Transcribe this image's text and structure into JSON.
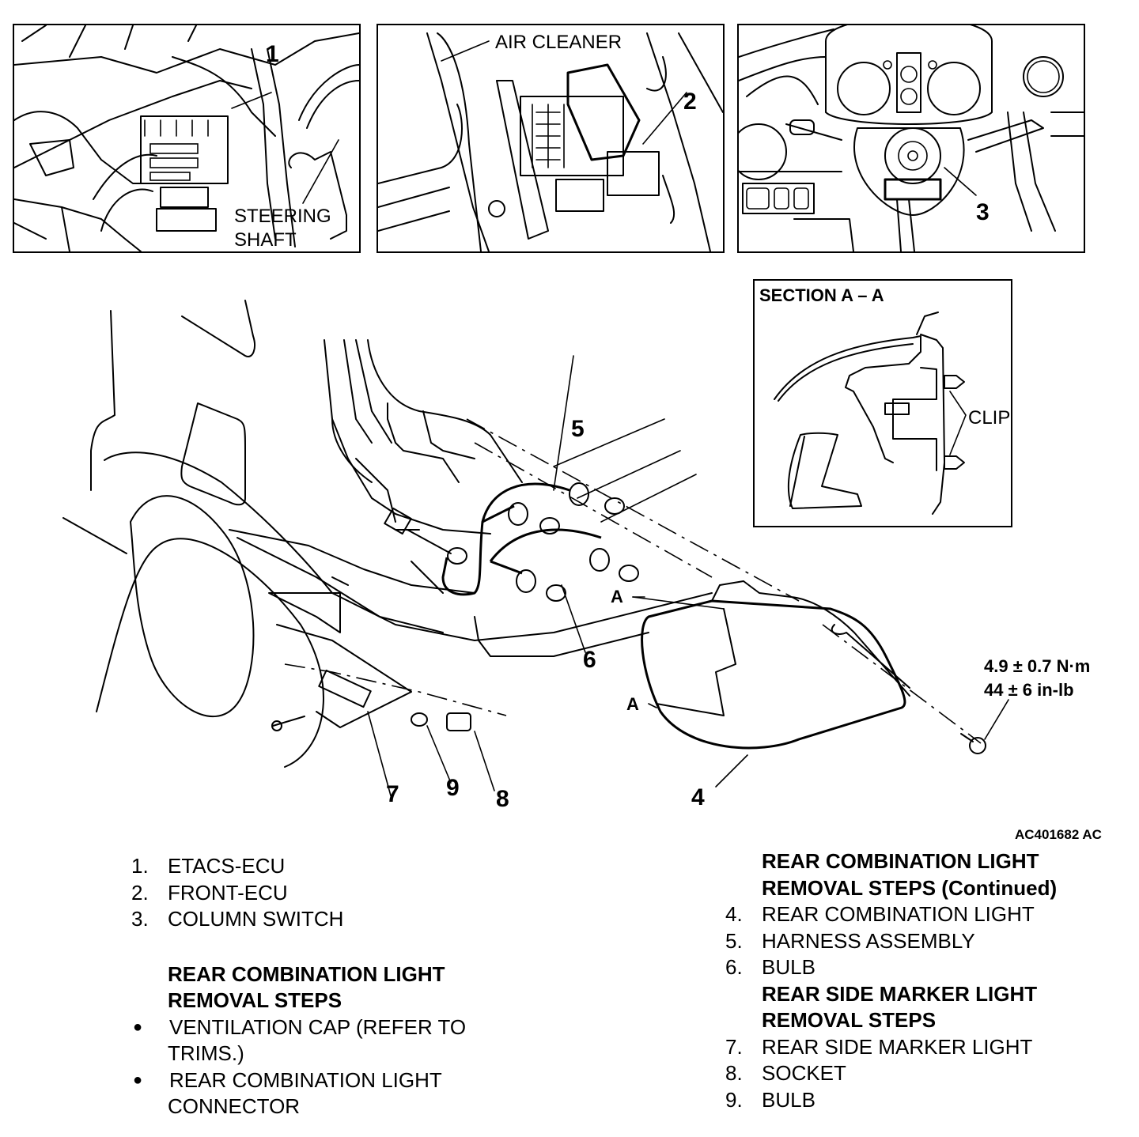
{
  "panels": {
    "etacs": {
      "callout": "1",
      "label_line1": "STEERING",
      "label_line2": "SHAFT"
    },
    "front_ecu": {
      "callout": "2",
      "label": "AIR CLEANER"
    },
    "column_switch": {
      "callout": "3"
    }
  },
  "section": {
    "title": "SECTION A – A",
    "clip_label": "CLIP"
  },
  "main_diagram": {
    "callouts": [
      "4",
      "5",
      "6",
      "7",
      "8",
      "9"
    ],
    "section_marker": "A",
    "torque_line1": "4.9 ± 0.7 N·m",
    "torque_line2": "44 ± 6 in-lb",
    "figure_id": "AC401682 AC"
  },
  "legend_left": {
    "items": [
      {
        "index": "1.",
        "text": "ETACS-ECU"
      },
      {
        "index": "2.",
        "text": "FRONT-ECU"
      },
      {
        "index": "3.",
        "text": "COLUMN SWITCH"
      }
    ],
    "heading_line1": "REAR COMBINATION LIGHT",
    "heading_line2": "REMOVAL STEPS",
    "bullets": [
      {
        "symbol": "●",
        "line1": "VENTILATION CAP (REFER TO",
        "line2": "TRIMS.)"
      },
      {
        "symbol": "●",
        "line1": "REAR COMBINATION LIGHT",
        "line2": "CONNECTOR"
      }
    ]
  },
  "legend_right": {
    "heading1_line1": "REAR COMBINATION LIGHT",
    "heading1_line2": "REMOVAL STEPS (Continued)",
    "items1": [
      {
        "index": "4.",
        "text": "REAR COMBINATION LIGHT"
      },
      {
        "index": "5.",
        "text": "HARNESS ASSEMBLY"
      },
      {
        "index": "6.",
        "text": "BULB"
      }
    ],
    "heading2_line1": "REAR SIDE MARKER LIGHT",
    "heading2_line2": "REMOVAL STEPS",
    "items2": [
      {
        "index": "7.",
        "text": "REAR SIDE MARKER LIGHT"
      },
      {
        "index": "8.",
        "text": "SOCKET"
      },
      {
        "index": "9.",
        "text": "BULB"
      }
    ]
  }
}
